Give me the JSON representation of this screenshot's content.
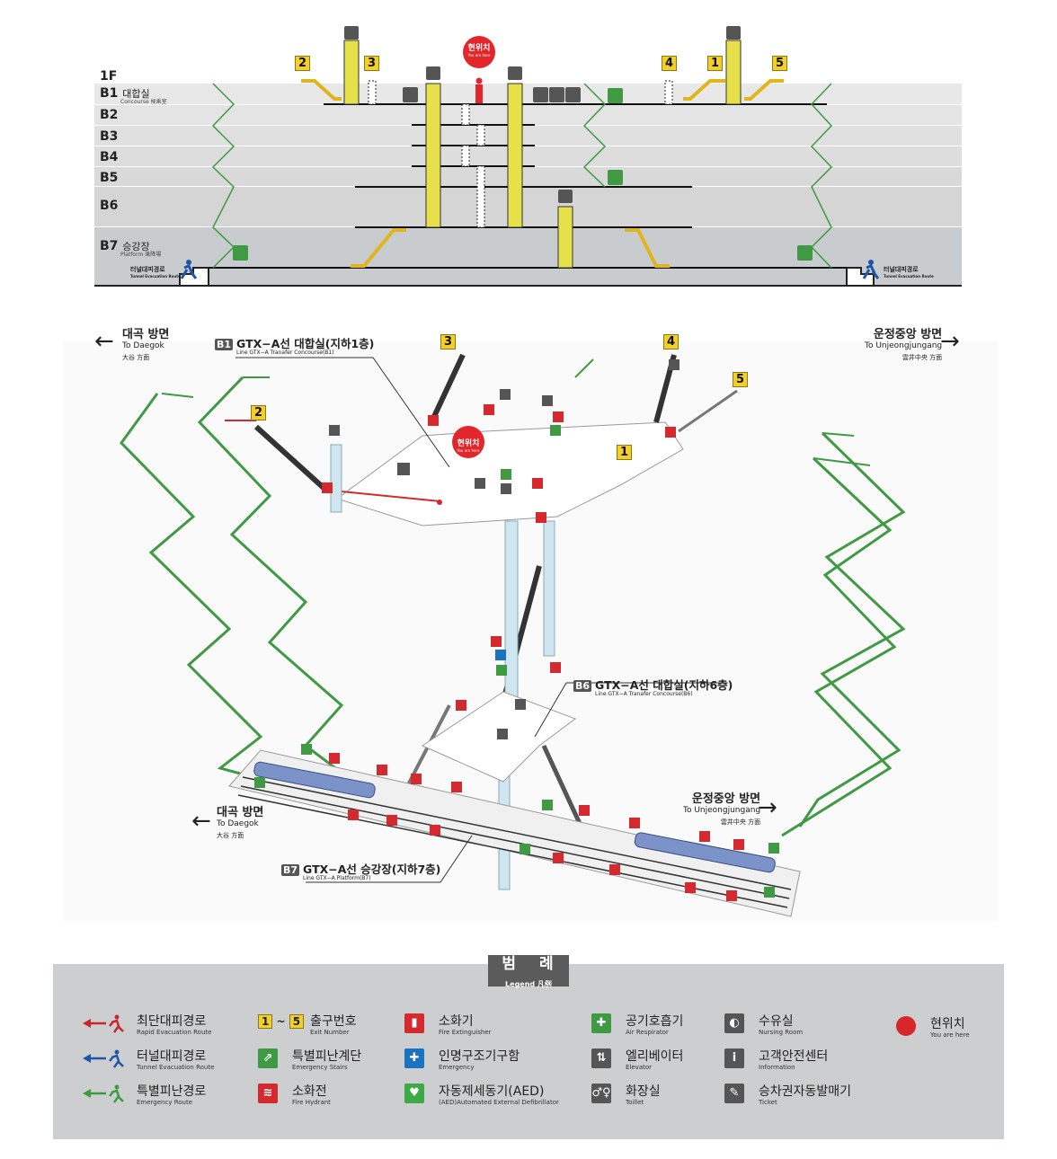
{
  "section": {
    "floors": [
      {
        "code": "1F",
        "name": "",
        "en": ""
      },
      {
        "code": "B1",
        "name": "대합실",
        "en": "Concourse 候乘室"
      },
      {
        "code": "B2",
        "name": "",
        "en": ""
      },
      {
        "code": "B3",
        "name": "",
        "en": ""
      },
      {
        "code": "B4",
        "name": "",
        "en": ""
      },
      {
        "code": "B5",
        "name": "",
        "en": ""
      },
      {
        "code": "B6",
        "name": "",
        "en": ""
      },
      {
        "code": "B7",
        "name": "승강장",
        "en": "Platform 乘降場"
      }
    ],
    "exits": [
      "2",
      "3",
      "4",
      "1",
      "5"
    ],
    "you_are_here": {
      "ko": "현위치",
      "en": "You are here"
    },
    "tunnel_route": {
      "ko": "터널대피경로",
      "en": "Tunnel Evacuation Route"
    }
  },
  "iso": {
    "dir_left_top": {
      "ko": "대곡 방면",
      "en": "To Daegok",
      "cn": "大谷 方面"
    },
    "dir_right_top": {
      "ko": "운정중앙 방면",
      "en": "To Unjeongjungang",
      "cn": "雲井中央 方面"
    },
    "dir_left_bottom": {
      "ko": "대곡 방면",
      "en": "To Daegok",
      "cn": "大谷 方面"
    },
    "dir_right_bottom": {
      "ko": "운정중앙 방면",
      "en": "To Unjeongjungang",
      "cn": "雲井中央 方面"
    },
    "b1": {
      "tag": "B1",
      "ko": "GTX−A선 대합실(지하1층)",
      "en": "Line GTX−A Tranafer Concourse(B1)"
    },
    "b6": {
      "tag": "B6",
      "ko": "GTX−A선 대합실(지하6층)",
      "en": "Line GTX−A Tranafer Concourse(B6)"
    },
    "b7": {
      "tag": "B7",
      "ko": "GTX−A선 승강장(지하7층)",
      "en": "Line GTX−A Platform(B7)"
    },
    "exits": [
      "3",
      "4",
      "5",
      "2",
      "1"
    ],
    "you_are_here": {
      "ko": "현위치",
      "en": "You are here"
    }
  },
  "legend": {
    "title_ko": "범 례",
    "title_en": "Legend  凡例",
    "items": [
      {
        "ko": "최단대피경로",
        "en": "Rapid Evacuation Route",
        "icon": "red-arrow-runner",
        "color": "#c8272d"
      },
      {
        "ko": "터널대피경로",
        "en": "Tunnel Evacuation Route",
        "icon": "blue-arrow-runner",
        "color": "#1f56a8"
      },
      {
        "ko": "특별피난경로",
        "en": "Emergency  Route",
        "icon": "green-arrow-runner",
        "color": "#3f9a43"
      },
      {
        "ko": "출구번호",
        "en": "Exit Number",
        "icon": "exit-number",
        "range": [
          "1",
          "~",
          "5"
        ]
      },
      {
        "ko": "특별피난계단",
        "en": "Emergency Stairs",
        "icon": "emergency-stairs",
        "color": "#3f9a43"
      },
      {
        "ko": "소화전",
        "en": "Fire Hydrant",
        "icon": "fire-hydrant",
        "color": "#d42a2f"
      },
      {
        "ko": "소화기",
        "en": "Fire Extinguisher",
        "icon": "fire-extinguisher",
        "color": "#d42a2f"
      },
      {
        "ko": "인명구조기구함",
        "en": "Emergency",
        "icon": "rescue-kit",
        "color": "#1a73c0"
      },
      {
        "ko": "자동제세동기(AED)",
        "en": "(AED)Automated External Defibrillator",
        "icon": "aed",
        "color": "#3daa47"
      },
      {
        "ko": "공기호흡기",
        "en": "Air Respirator",
        "icon": "air-respirator",
        "color": "#3f9a43"
      },
      {
        "ko": "엘리베이터",
        "en": "Elevator",
        "icon": "elevator",
        "color": "#555555"
      },
      {
        "ko": "화장실",
        "en": "Toillet",
        "icon": "toilet",
        "color": "#555555"
      },
      {
        "ko": "수유실",
        "en": "Nursing Room",
        "icon": "nursing-room",
        "color": "#555555"
      },
      {
        "ko": "고객안전센터",
        "en": "Information",
        "icon": "information",
        "color": "#555555"
      },
      {
        "ko": "승차권자동발매기",
        "en": "Ticket",
        "icon": "ticket-machine",
        "color": "#555555"
      },
      {
        "ko": "현위치",
        "en": "You are here",
        "icon": "you-are-here",
        "color": "#d7262c"
      }
    ]
  }
}
